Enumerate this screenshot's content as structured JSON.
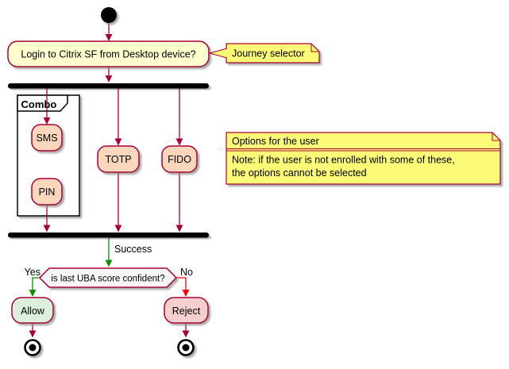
{
  "diagram": {
    "nodes": {
      "login_label": "Login to Citrix SF from Desktop device?",
      "partition_label": "Combo",
      "sms_label": "SMS",
      "pin_label": "PIN",
      "totp_label": "TOTP",
      "fido_label": "FIDO",
      "decision_label": "is last UBA score confident?",
      "allow_label": "Allow",
      "reject_label": "Reject"
    },
    "edges": {
      "success_label": "Success",
      "yes_label": "Yes",
      "no_label": "No"
    },
    "notes": {
      "journey": {
        "text": "Journey selector"
      },
      "options": {
        "title": "Options for the user",
        "body_line1": "Note: if the user is not enrolled with some of these,",
        "body_line2": "the options cannot be selected"
      }
    },
    "colors": {
      "border_crimson": "#A80036",
      "activity_fill": "#FEFECE",
      "option_fill": "#FAD7BC",
      "note_fill": "#FBFB77",
      "decision_fill": "#F6F6F6",
      "allow_fill": "#DCEEDC",
      "reject_fill": "#F5CECE",
      "success_green": "#089000",
      "no_red": "#FF0000",
      "node_black": "#000000"
    }
  }
}
